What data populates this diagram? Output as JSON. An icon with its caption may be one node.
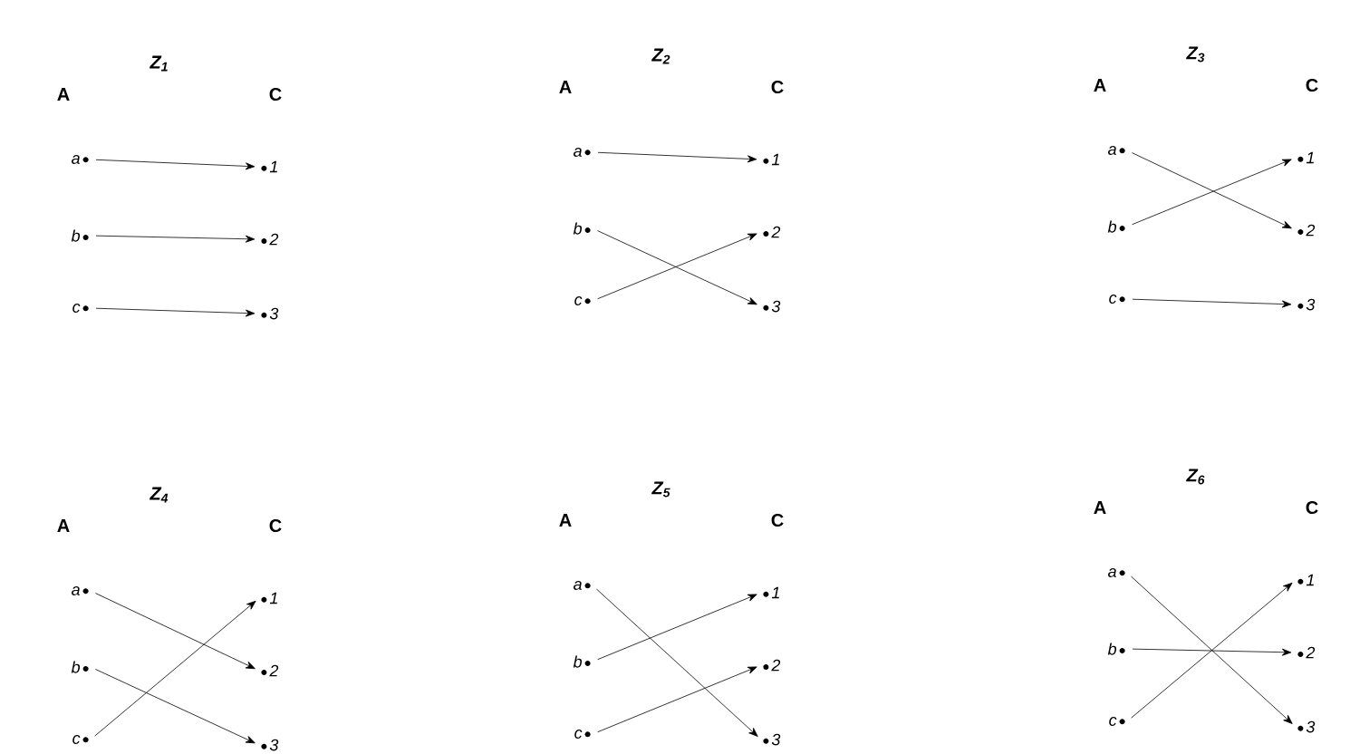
{
  "diagram": {
    "nodes": [
      {
        "text": [
          "a"
        ]
      },
      {
        "text": [
          "1"
        ]
      },
      {
        "text": [
          "b"
        ]
      },
      {
        "text": [
          "2"
        ]
      },
      {
        "text": [
          "c"
        ]
      },
      {
        "text": [
          "3"
        ]
      },
      {
        "text": [
          "a"
        ]
      },
      {
        "text": [
          "1"
        ]
      },
      {
        "text": [
          "b"
        ]
      },
      {
        "text": [
          "2"
        ]
      },
      {
        "text": [
          "c"
        ]
      },
      {
        "text": [
          "3"
        ]
      },
      {
        "text": [
          "a"
        ]
      },
      {
        "text": [
          "1"
        ]
      },
      {
        "text": [
          "b"
        ]
      },
      {
        "text": [
          "2"
        ]
      },
      {
        "text": [
          "c"
        ]
      },
      {
        "text": [
          "3"
        ]
      },
      {
        "text": [
          "a"
        ]
      },
      {
        "text": [
          "1"
        ]
      },
      {
        "text": [
          "b"
        ]
      },
      {
        "text": [
          "2"
        ]
      },
      {
        "text": [
          "c"
        ]
      },
      {
        "text": [
          "3"
        ]
      },
      {
        "text": [
          "a"
        ]
      },
      {
        "text": [
          "1"
        ]
      },
      {
        "text": [
          "b"
        ]
      },
      {
        "text": [
          "2"
        ]
      },
      {
        "text": [
          "c"
        ]
      },
      {
        "text": [
          "3"
        ]
      },
      {
        "text": [
          "a"
        ]
      },
      {
        "text": [
          "1"
        ]
      },
      {
        "text": [
          "b"
        ]
      },
      {
        "text": [
          "2"
        ]
      },
      {
        "text": [
          "c"
        ]
      },
      {
        "text": [
          "3"
        ]
      }
    ],
    "edges": [
      {
        "from": 0,
        "to": 1,
        "arrow": "to"
      },
      {
        "from": 2,
        "to": 3,
        "arrow": "to"
      },
      {
        "from": 4,
        "to": 5,
        "arrow": "to"
      },
      {
        "from": 6,
        "to": 7,
        "arrow": "to"
      },
      {
        "from": 8,
        "to": 11,
        "arrow": "to"
      },
      {
        "from": 10,
        "to": 9,
        "arrow": "to"
      },
      {
        "from": 12,
        "to": 15,
        "arrow": "to"
      },
      {
        "from": 14,
        "to": 13,
        "arrow": "to"
      },
      {
        "from": 16,
        "to": 17,
        "arrow": "to"
      },
      {
        "from": 18,
        "to": 21,
        "arrow": "to"
      },
      {
        "from": 20,
        "to": 23,
        "arrow": "to"
      },
      {
        "from": 22,
        "to": 19,
        "arrow": "to"
      },
      {
        "from": 24,
        "to": 29,
        "arrow": "to"
      },
      {
        "from": 26,
        "to": 25,
        "arrow": "to"
      },
      {
        "from": 28,
        "to": 27,
        "arrow": "to"
      },
      {
        "from": 30,
        "to": 35,
        "arrow": "to"
      },
      {
        "from": 32,
        "to": 33,
        "arrow": "to"
      },
      {
        "from": 34,
        "to": 31,
        "arrow": "to"
      }
    ],
    "labels": [
      "Z$_{1}$",
      "A",
      "C",
      "Z$_{2}$",
      "A",
      "C",
      "Z$_{3}$",
      "A",
      "C",
      "Z$_{4}$",
      "A",
      "C",
      "Z$_{5}$",
      "A",
      "C",
      "Z$_{6}$",
      "A",
      "C"
    ]
  }
}
